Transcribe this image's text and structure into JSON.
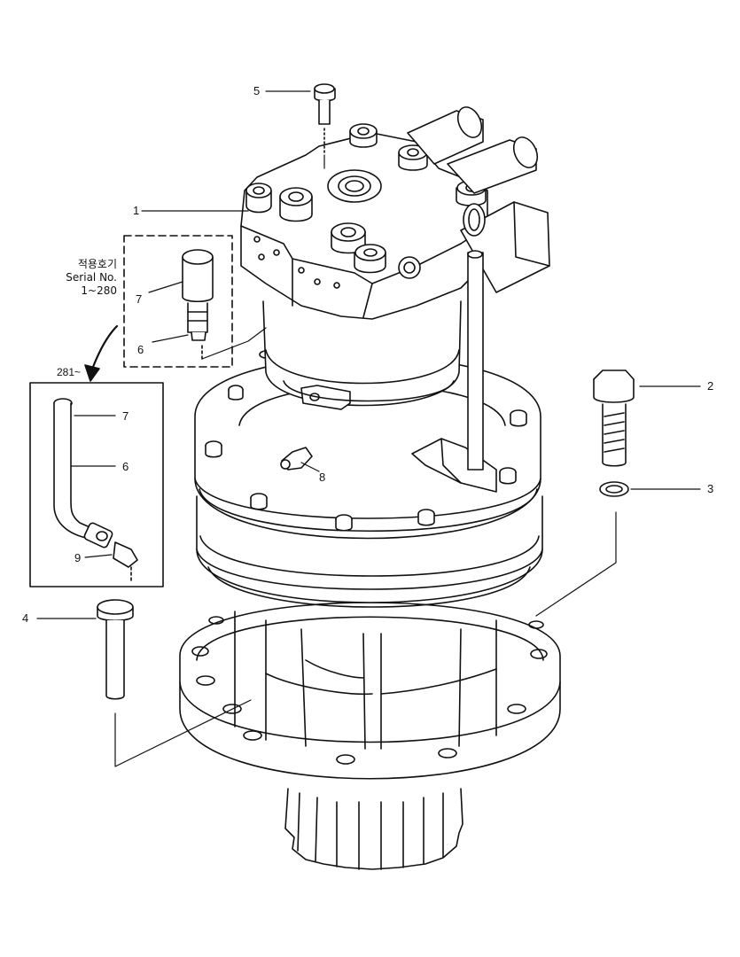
{
  "diagram": {
    "callouts": {
      "p1": "1",
      "p2": "2",
      "p3": "3",
      "p4": "4",
      "p5": "5",
      "p6a": "6",
      "p6b": "6",
      "p7a": "7",
      "p7b": "7",
      "p8": "8",
      "p9": "9"
    },
    "serial_note": {
      "korean": "적용호기",
      "serial": "Serial No.",
      "range_early": "1~280",
      "range_late": "281~"
    }
  }
}
